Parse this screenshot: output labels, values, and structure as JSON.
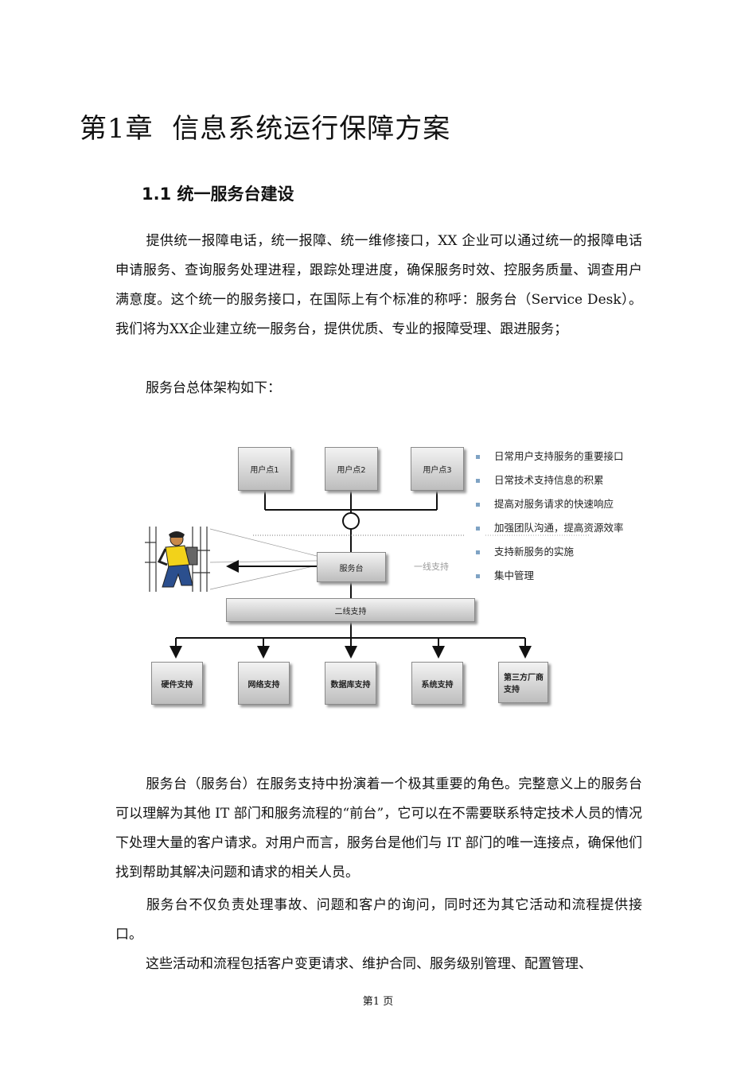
{
  "chapter": {
    "number": "第1章",
    "title": "信息系统运行保障方案"
  },
  "section": {
    "title": "1.1 统一服务台建设"
  },
  "paragraphs": [
    "提供统一报障电话，统一报障、统一维修接口，XX 企业可以通过统一的报障电话申请服务、查询服务处理进程，跟踪处理进度，确保服务时效、控服务质量、调查用户满意度。这个统一的服务接口，在国际上有个标准的称呼：服务台（Service Desk）。我们将为XX企业建立统一服务台，提供优质、专业的报障受理、跟进服务；",
    "服务台总体架构如下：",
    "服务台（服务台）在服务支持中扮演着一个极其重要的角色。完整意义上的服务台可以理解为其他 IT 部门和服务流程的“前台”，它可以在不需要联系特定技术人员的情况下处理大量的客户请求。对用户而言，服务台是他们与 IT 部门的唯一连接点，确保他们找到帮助其解决问题和请求的相关人员。",
    "服务台不仅负责处理事故、问题和客户的询问，同时还为其它活动和流程提供接口。",
    "这些活动和流程包括客户变更请求、维护合同、服务级别管理、配置管理、"
  ],
  "diagram": {
    "user_points": [
      "用户点1",
      "用户点2",
      "用户点3"
    ],
    "service_desk": "服务台",
    "first_line_label": "一线支持",
    "second_line": "二线支持",
    "support_groups": [
      "硬件支持",
      "网络支持",
      "数据库支持",
      "系统支持",
      "第三方厂商支持"
    ],
    "bullets": [
      "日常用户支持服务的重要接口",
      "日常技术支持信息的积累",
      "提高对服务请求的快速响应",
      "加强团队沟通，提高资源效率",
      "支持新服务的实施",
      "集中管理"
    ],
    "colors": {
      "box_top": "#f3f3f3",
      "box_bottom": "#bdbdbd",
      "bullet": "#7fa3c4"
    }
  },
  "footer": {
    "page_label": "第1 页"
  }
}
